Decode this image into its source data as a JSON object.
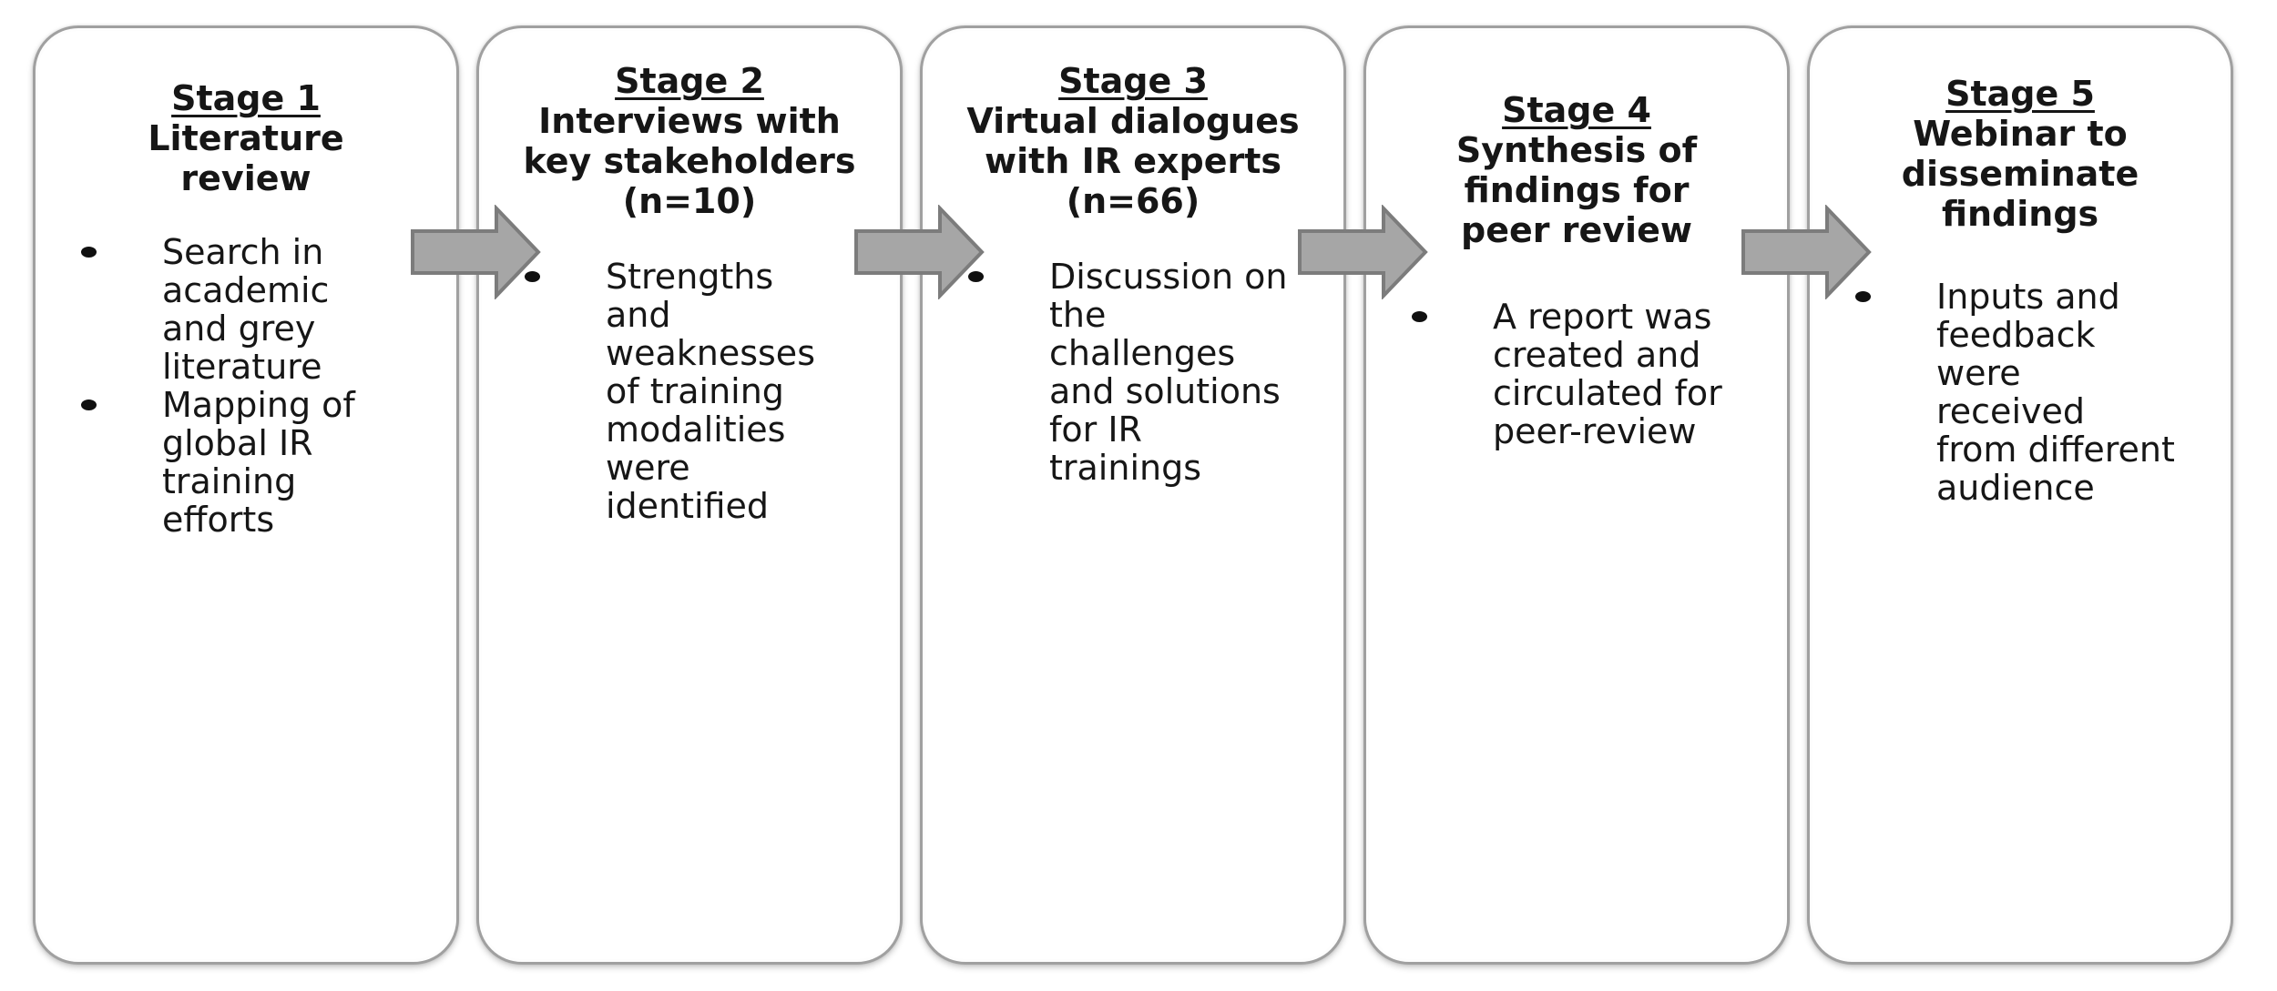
{
  "figure": {
    "type": "process-flow",
    "direction": "left-to-right",
    "stage_count": 5
  },
  "stages": [
    {
      "heading": "Stage 1",
      "subtitle": "Literature review",
      "bullets": [
        "Search in academic and grey literature",
        "Mapping of global IR training efforts"
      ]
    },
    {
      "heading": "Stage 2",
      "subtitle": "Interviews with key stakeholders (n=10)",
      "bullets": [
        "Strengths and weaknesses of training modalities were identified"
      ]
    },
    {
      "heading": "Stage 3",
      "subtitle": "Virtual dialogues with IR experts (n=66)",
      "bullets": [
        "Discussion on the challenges and solutions for IR trainings"
      ]
    },
    {
      "heading": "Stage 4",
      "subtitle": "Synthesis of findings for peer review",
      "bullets": [
        "A report was created and circulated for peer-review"
      ]
    },
    {
      "heading": "Stage 5",
      "subtitle": "Webinar to disseminate findings",
      "bullets": [
        "Inputs and feedback were received from different audience"
      ]
    }
  ],
  "icons": {
    "flow_arrow": "right-block-arrow",
    "bullet_marker": "filled-dot"
  },
  "colors": {
    "page_background": "#ffffff",
    "card_background": "#ffffff",
    "card_border": "#a0a0a0",
    "arrow_fill": "#a6a6a6",
    "arrow_border": "#7c7c7c",
    "text": "#161616"
  }
}
